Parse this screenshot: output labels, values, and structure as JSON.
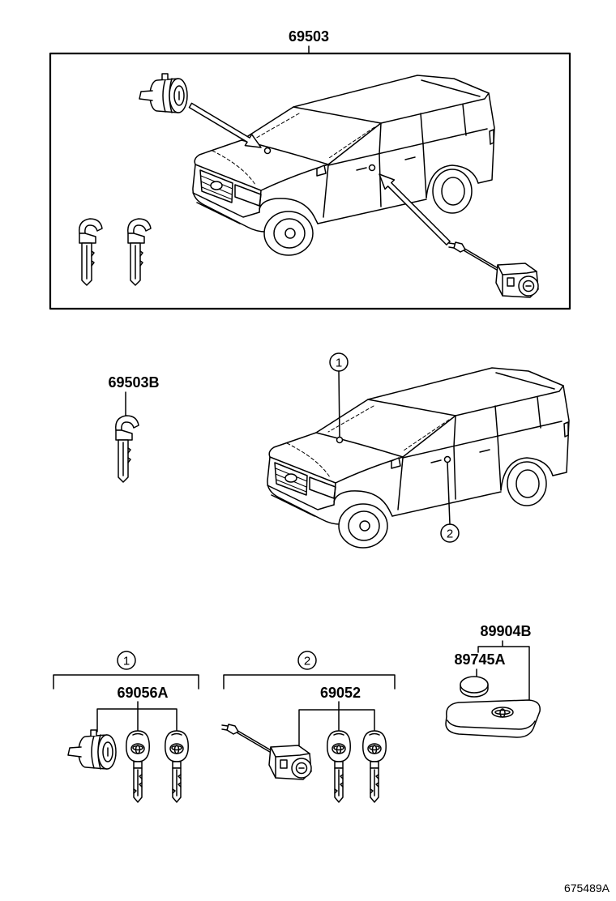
{
  "diagram": {
    "figure_code": "675489A",
    "assembly": {
      "part_number": "69503"
    },
    "key_blank": {
      "part_number": "69503B"
    },
    "locations": [
      {
        "marker": "1"
      },
      {
        "marker": "2"
      }
    ],
    "sets": [
      {
        "marker": "1",
        "part_number": "69056A"
      },
      {
        "marker": "2",
        "part_number": "69052"
      }
    ],
    "transmitter": {
      "part_number": "89904B",
      "battery": {
        "part_number": "89745A"
      }
    }
  },
  "colors": {
    "line": "#000000",
    "background": "#ffffff"
  }
}
